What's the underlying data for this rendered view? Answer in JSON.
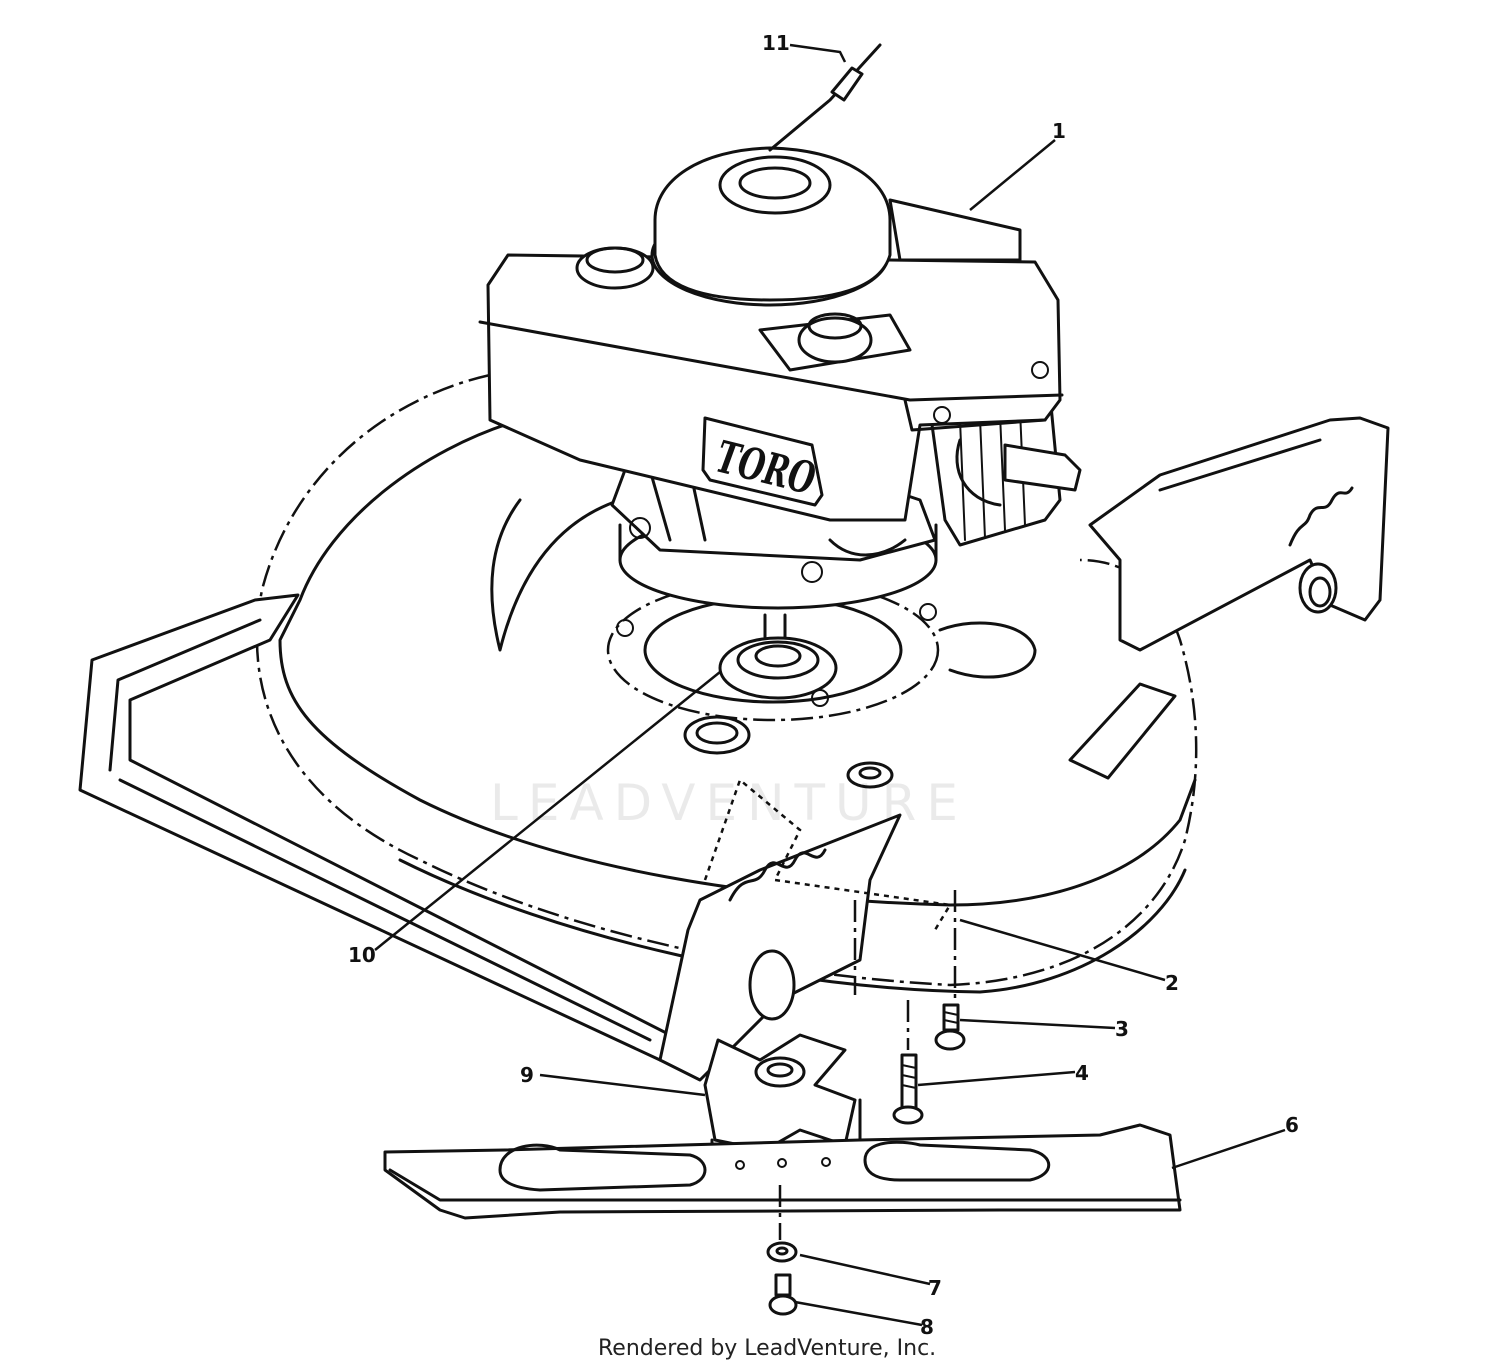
{
  "brand_label": "TORO",
  "watermark": "LEADVENTURE",
  "footer": "Rendered by LeadVenture, Inc.",
  "callouts": [
    "1",
    "2",
    "3",
    "4",
    "6",
    "7",
    "8",
    "9",
    "10",
    "11"
  ]
}
